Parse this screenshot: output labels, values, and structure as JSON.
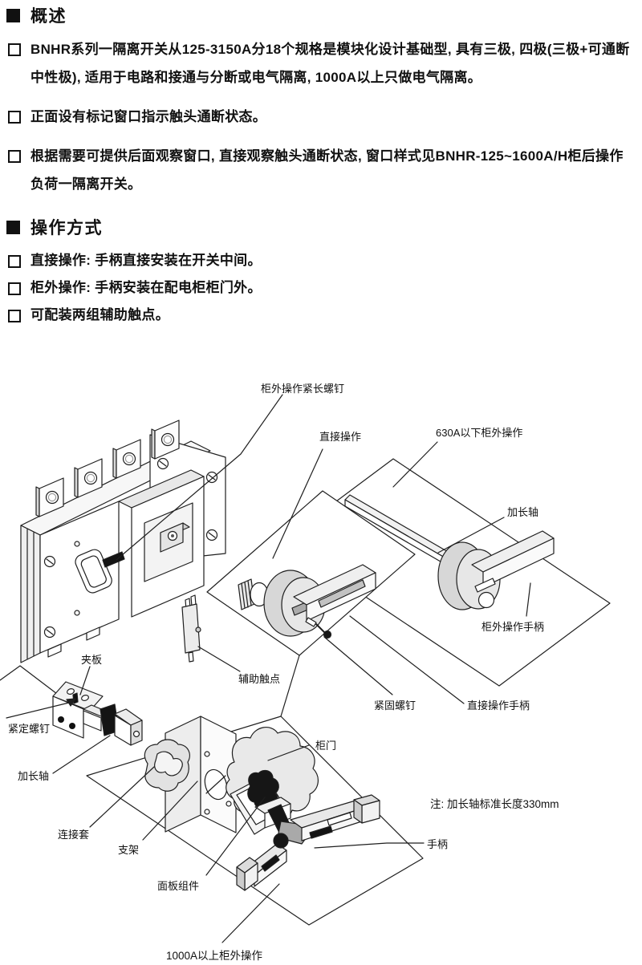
{
  "sections": [
    {
      "heading": "概述",
      "bullets": [
        "BNHR系列一隔离开关从125-3150A分18个规格是模块化设计基础型, 具有三极, 四极(三极+可通断中性极), 适用于电路和接通与分断或电气隔离, 1000A以上只做电气隔离。",
        "正面设有标记窗口指示触头通断状态。",
        "根据需要可提供后面观察窗口, 直接观察触头通断状态, 窗口样式见BNHR-125~1600A/H柜后操作负荷一隔离开关。"
      ]
    },
    {
      "heading": "操作方式",
      "bullets": [
        "直接操作: 手柄直接安装在开关中间。",
        "柜外操作: 手柄安装在配电柜柜门外。",
        "可配装两组辅助触点。"
      ]
    }
  ],
  "diagram": {
    "labels": {
      "cabinet_screw": "柜外操作紧长螺钉",
      "direct_operation": "直接操作",
      "panel_630a": "630A以下柜外操作",
      "extension_shaft_right": "加长轴",
      "external_handle": "柜外操作手柄",
      "auxiliary_contact": "辅助触点",
      "fastening_screw": "紧固螺钉",
      "direct_handle": "直接操作手柄",
      "clamp_plate": "夹板",
      "set_screw": "紧定螺钉",
      "extension_shaft_left": "加长轴",
      "connecting_sleeve": "连接套",
      "bracket": "支架",
      "panel_assembly": "面板组件",
      "cabinet_door": "柜门",
      "note": "注: 加长轴标准长度330mm",
      "handle": "手柄",
      "operation_1000a": "1000A以上柜外操作"
    }
  }
}
